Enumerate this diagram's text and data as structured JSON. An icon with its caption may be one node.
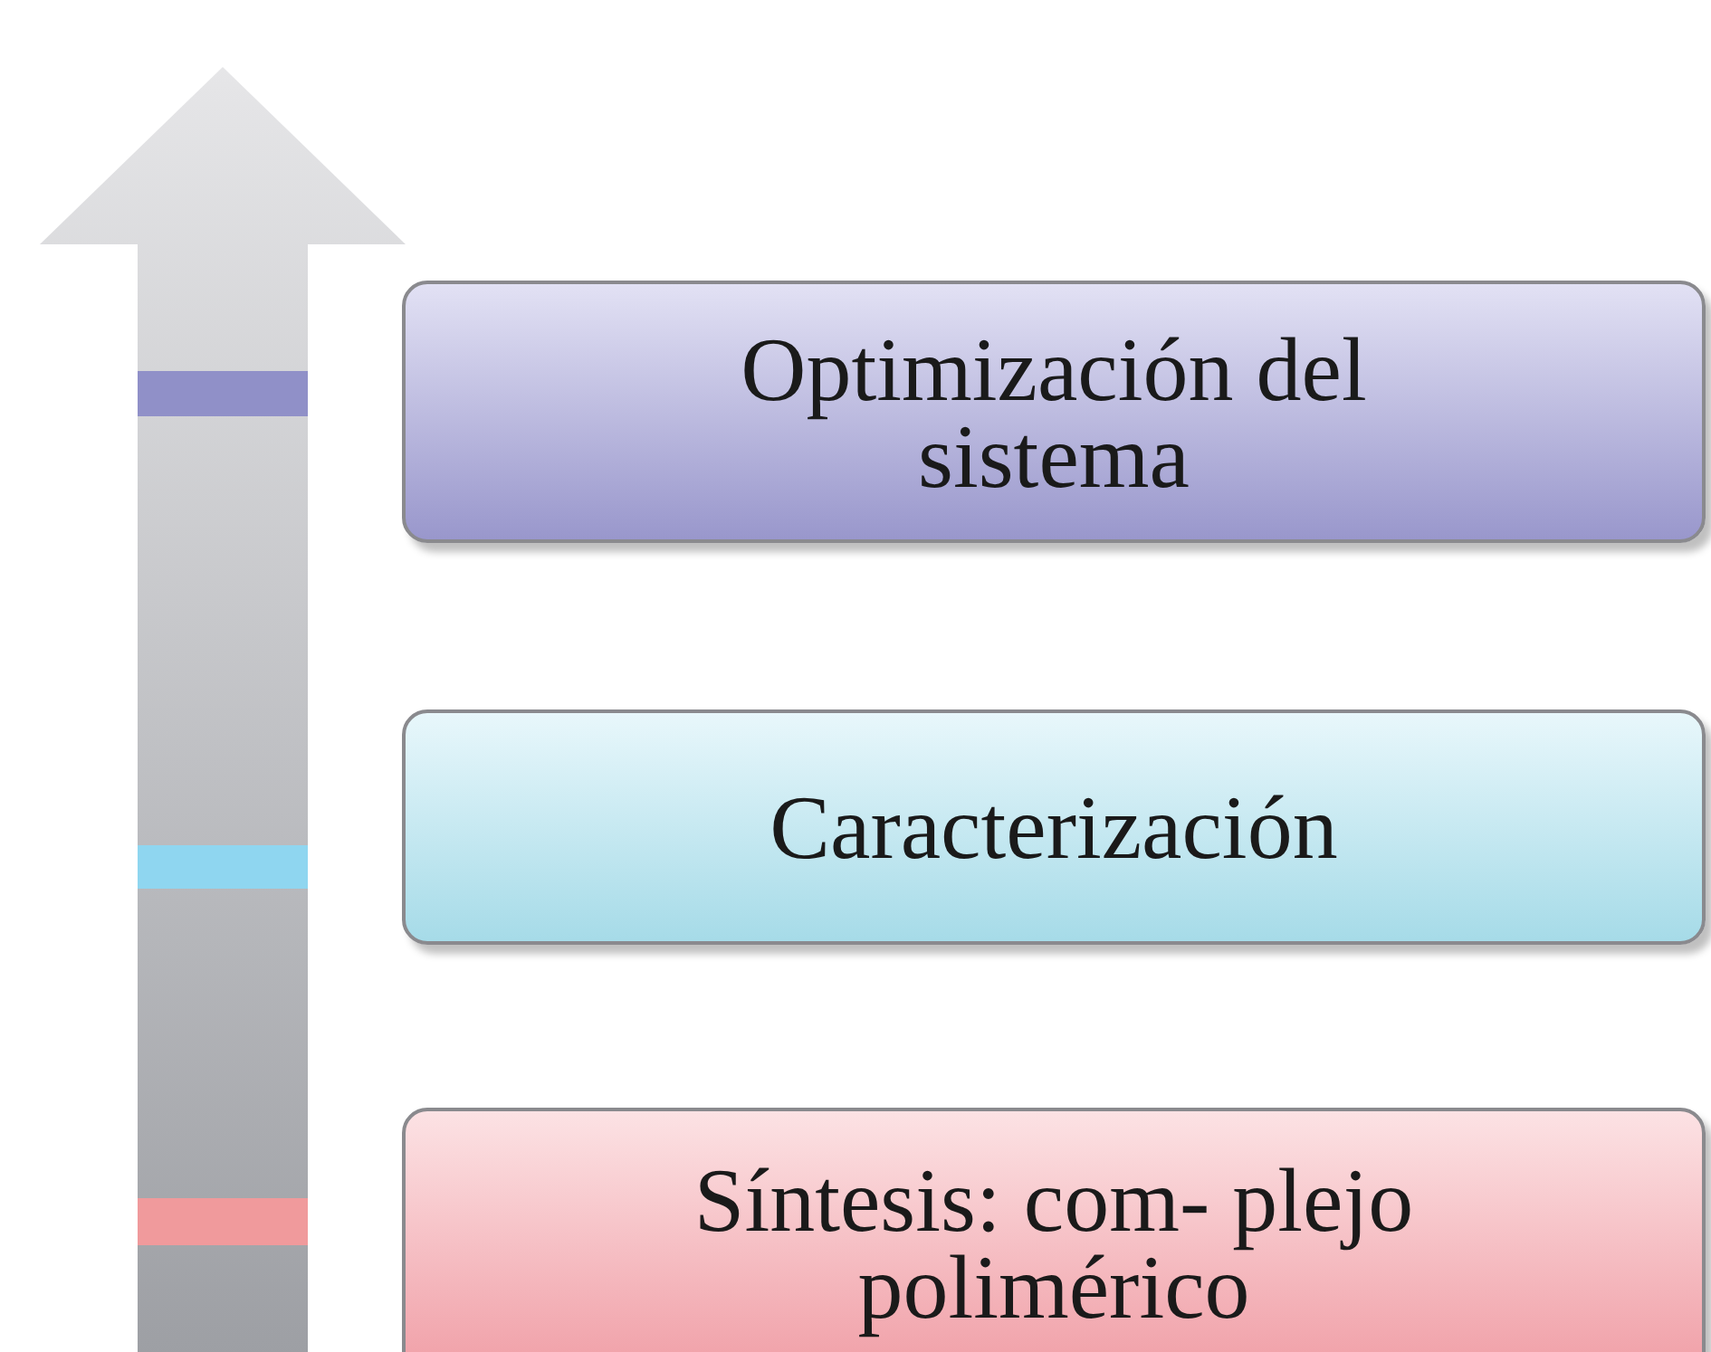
{
  "diagram": {
    "nodes": [
      {
        "text": [
          "Optimización del sistema"
        ]
      },
      {
        "text": [
          "Caracterización"
        ]
      },
      {
        "text": [
          "Síntesis: com- plejo polimérico"
        ]
      }
    ]
  }
}
